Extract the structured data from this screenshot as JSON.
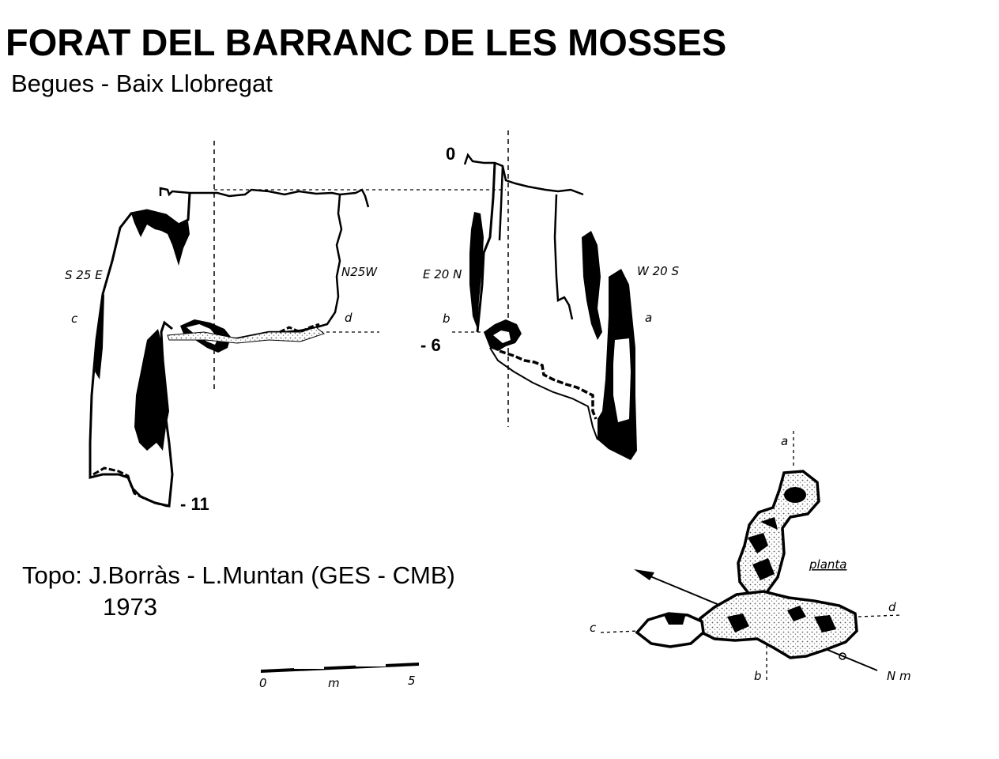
{
  "header": {
    "title": "FORAT DEL BARRANC DE LES MOSSES",
    "subtitle": "Begues - Baix Llobregat"
  },
  "credit": {
    "authors": "Topo: J.Borràs - L.Muntan (GES - CMB)",
    "year": "1973"
  },
  "section_left": {
    "orientation_left": "S 25 E",
    "orientation_right": "N25W",
    "marker_left": "c",
    "marker_right": "d",
    "depth_bottom": "- 11"
  },
  "section_right": {
    "depth_top": "0",
    "orientation_left": "E 20 N",
    "orientation_right": "W 20 S",
    "marker_left": "b",
    "marker_right": "a",
    "depth_mid": "- 6"
  },
  "plan": {
    "title": "planta",
    "marker_a": "a",
    "marker_b": "b",
    "marker_c": "c",
    "marker_d": "d",
    "north_label": "N m"
  },
  "scale_bar": {
    "start": "0",
    "unit": "m",
    "end": "5"
  },
  "colors": {
    "ink": "#000000",
    "paper": "#ffffff",
    "stipple": "#bdbdbd"
  }
}
